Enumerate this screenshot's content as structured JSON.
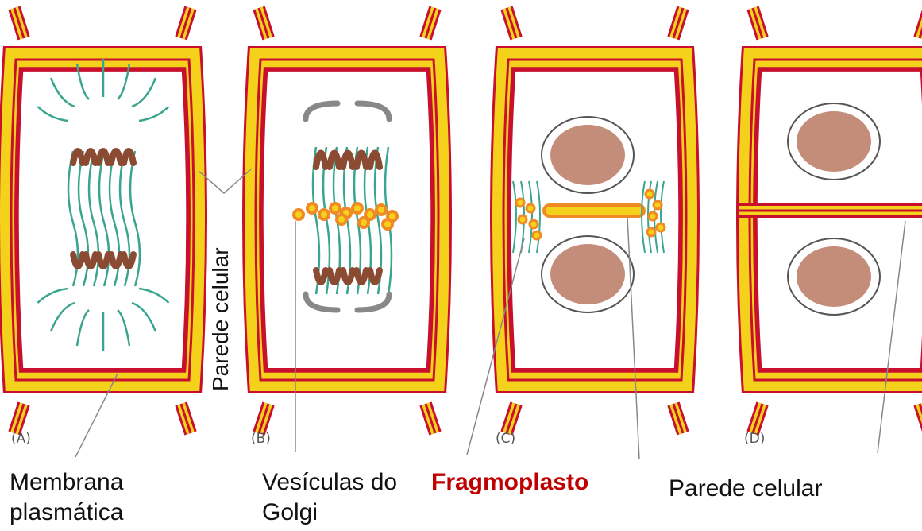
{
  "panels": [
    {
      "letter": "(A)",
      "stage": "anaphase"
    },
    {
      "letter": "(B)",
      "stage": "telophase-vesicles"
    },
    {
      "letter": "(C)",
      "stage": "phragmoplast"
    },
    {
      "letter": "(D)",
      "stage": "cell-plate-complete"
    }
  ],
  "labels": {
    "plasma_membrane_line1": "Membrana",
    "plasma_membrane_line2": "plasmática",
    "cell_wall_vertical": "Parede celular",
    "golgi_line1": "Vesículas do",
    "golgi_line2": "Golgi",
    "phragmoplast": "Fragmoplasto",
    "new_cell_wall": "Parede celular"
  },
  "colors": {
    "wall_yellow": "#f4d21c",
    "membrane_red": "#c8102e",
    "microtubule_teal": "#3aa58f",
    "chromosome_brown": "#8b4a32",
    "nucleus_fill": "#c48d7a",
    "vesicle_orange": "#f08a24",
    "label_red": "#c00000"
  }
}
